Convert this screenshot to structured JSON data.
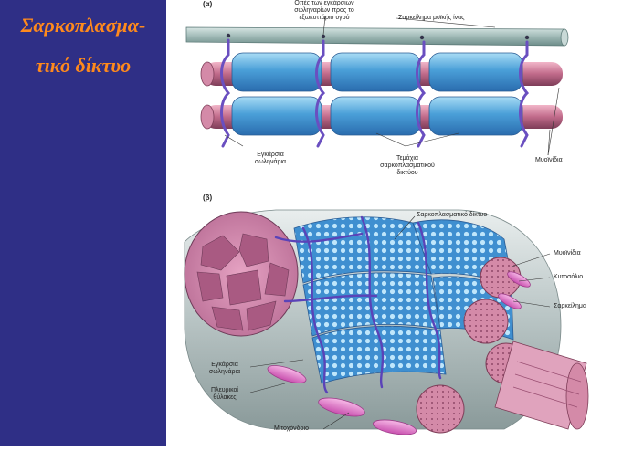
{
  "sidebar": {
    "title_line1": "Σαρκοπλασμα-",
    "title_line2": "τικό δίκτυο"
  },
  "colors": {
    "sidebar_bg": "#2f2f86",
    "title": "#ff8a1c",
    "sr_blue": "#4a9fd8",
    "t_tubule": "#6a4fc0",
    "myofibril": "#c06a8a",
    "mitochondria": "#e070c8"
  },
  "panel_a": {
    "tag": "(α)",
    "pore_line1": "Οπές των εγκάρσιων",
    "pore_line2": "σωληναρίων προς το",
    "pore_line3": "εξωκυττάριο υγρό",
    "sarcolemma": "Σαρκείλημα μυϊκής ίνας",
    "ttubule_line1": "Εγκάρσια",
    "ttubule_line2": "σωληνάρια",
    "sr_line1": "Τεμάχια",
    "sr_line2": "σαρκοπλασματικού",
    "sr_line3": "δικτύου",
    "myofibrils": "Μυοϊνίδια"
  },
  "panel_b": {
    "tag": "(β)",
    "sr": "Σαρκοπλασματικό δίκτυο",
    "myofibrils": "Μυοϊνίδια",
    "cytosol": "Κυτοσόλιο",
    "sarcolemma": "Σαρκείλημα",
    "ttubule_line1": "Εγκάρσια",
    "ttubule_line2": "σωληνάρια",
    "cisternae_line1": "Πλευρικοί",
    "cisternae_line2": "θύλακες",
    "mitochondria": "Μιτοχόνδριο"
  }
}
